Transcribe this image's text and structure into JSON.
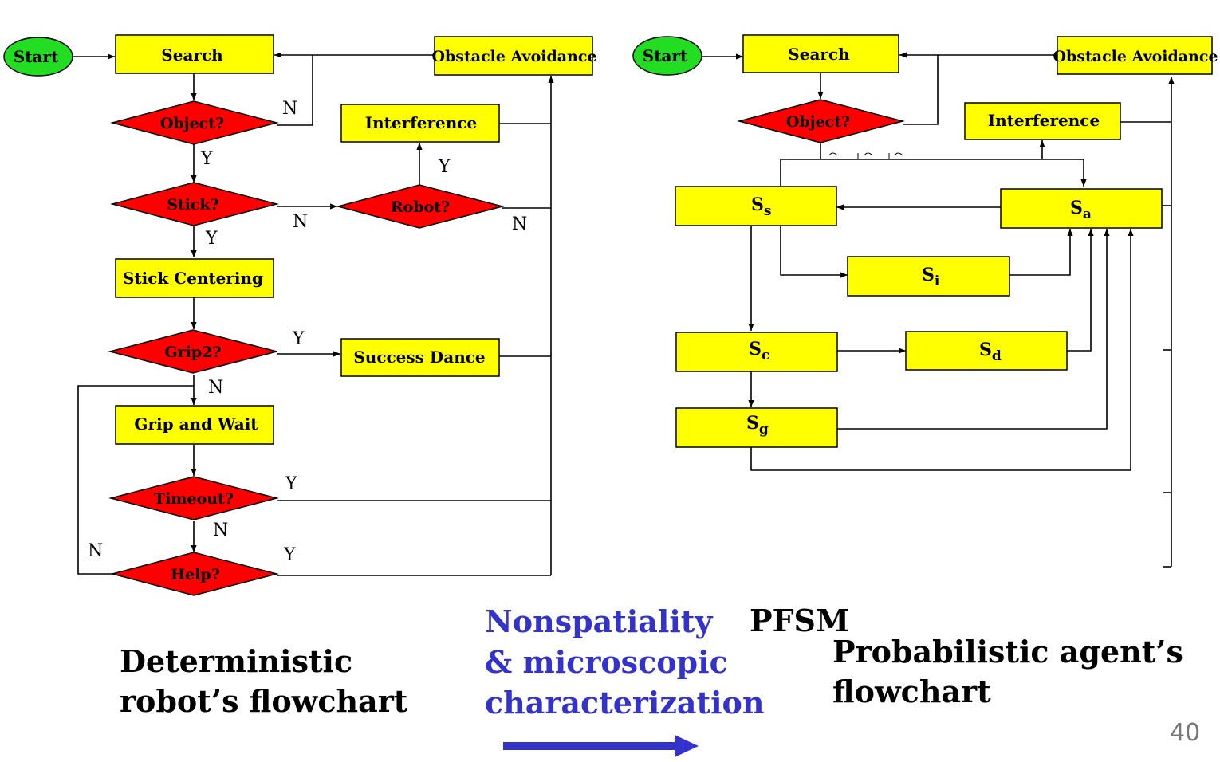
{
  "colors": {
    "start_fill": "#22dd22",
    "box_fill": "#ffff00",
    "diamond_fill": "#ff0000",
    "line": "#000000",
    "accent_text": "#3333cc",
    "arrow": "#3333cc",
    "page_number": "#777777"
  },
  "left": {
    "start": "Start",
    "search": "Search",
    "obstacle": "Obstacle Avoidance",
    "interference": "Interference",
    "object_q": "Object?",
    "stick_q": "Stick?",
    "robot_q": "Robot?",
    "stick_centering": "Stick Centering",
    "grip2_q": "Grip2?",
    "success_dance": "Success Dance",
    "grip_wait": "Grip and Wait",
    "timeout_q": "Timeout?",
    "help_q": "Help?",
    "labels": {
      "object_n": "N",
      "object_y": "Y",
      "robot_y": "Y",
      "stick_n": "N",
      "robot_n": "N",
      "stick_y": "Y",
      "grip2_y": "Y",
      "grip2_n": "N",
      "timeout_y": "Y",
      "timeout_n": "N",
      "help_n": "N",
      "help_y": "Y"
    }
  },
  "right": {
    "start": "Start",
    "search": "Search",
    "obstacle": "Obstacle Avoidance",
    "interference": "Interference",
    "object_q": "Object?",
    "states": {
      "s": "s",
      "a": "a",
      "i": "i",
      "c": "c",
      "d": "d",
      "g": "g"
    },
    "state_letter": "S"
  },
  "captions": {
    "left_line1": "Deterministic",
    "left_line2": "robot’s flowchart",
    "middle_line1": "Nonspatiality",
    "middle_line2": "& microscopic",
    "middle_line3": "characterization",
    "pfsm": "PFSM",
    "right_line1": "Probabilistic agent’s",
    "right_line2": "flowchart"
  },
  "page_number": "40"
}
